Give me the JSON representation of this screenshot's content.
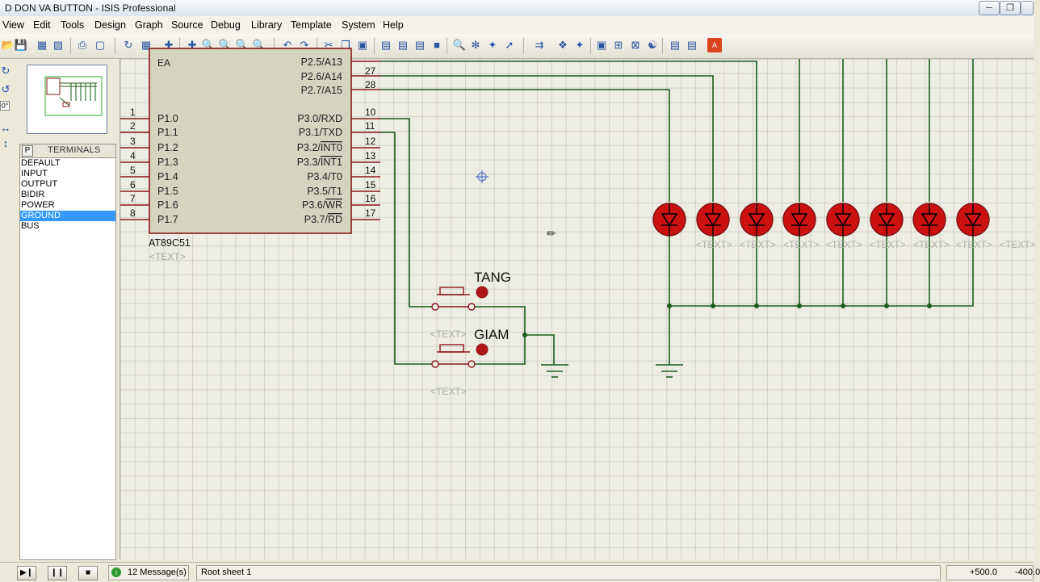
{
  "window": {
    "title": "D DON VA BUTTON - ISIS Professional"
  },
  "menu": [
    "View",
    "Edit",
    "Tools",
    "Design",
    "Graph",
    "Source",
    "Debug",
    "Library",
    "Template",
    "System",
    "Help"
  ],
  "terminals_panel": {
    "mode_button": "P",
    "header": "TERMINALS",
    "items": [
      "DEFAULT",
      "INPUT",
      "OUTPUT",
      "BIDIR",
      "POWER",
      "GROUND",
      "BUS"
    ],
    "selected": "GROUND",
    "left_field_value": "0°"
  },
  "schematic": {
    "chip_name": "AT89C51",
    "chip_text": "<TEXT>",
    "pin_ea": "EA",
    "left_pins": [
      {
        "num": "1",
        "name": "P1.0"
      },
      {
        "num": "2",
        "name": "P1.1"
      },
      {
        "num": "3",
        "name": "P1.2"
      },
      {
        "num": "4",
        "name": "P1.3"
      },
      {
        "num": "5",
        "name": "P1.4"
      },
      {
        "num": "6",
        "name": "P1.5"
      },
      {
        "num": "7",
        "name": "P1.6"
      },
      {
        "num": "8",
        "name": "P1.7"
      }
    ],
    "right_pins_top": [
      {
        "num": "",
        "name": "P2.5/A13"
      },
      {
        "num": "27",
        "name": "P2.6/A14"
      },
      {
        "num": "28",
        "name": "P2.7/A15"
      }
    ],
    "right_pins": [
      {
        "num": "10",
        "name": "P3.0/RXD"
      },
      {
        "num": "11",
        "name": "P3.1/TXD"
      },
      {
        "num": "12",
        "name": "P3.2/",
        "bar": "INT0"
      },
      {
        "num": "13",
        "name": "P3.3/",
        "bar": "INT1"
      },
      {
        "num": "14",
        "name": "P3.4/T0"
      },
      {
        "num": "15",
        "name": "P3.5/T1"
      },
      {
        "num": "16",
        "name": "P3.6/",
        "bar": "WR"
      },
      {
        "num": "17",
        "name": "P3.7/",
        "bar": "RD"
      }
    ],
    "button_up_label": "TANG",
    "button_down_label": "GIAM",
    "button_text": "<TEXT>",
    "led_text": "<TEXT>",
    "led_count": 8,
    "colors": {
      "wire": "#1a5c1a",
      "part": "#8b1a1a",
      "led_fill": "#cc1111",
      "grid": "#eeede3"
    }
  },
  "status": {
    "messages": "12 Message(s)",
    "sheet": "Root sheet 1",
    "coord_x": "+500.0",
    "coord_y": "-400.0"
  }
}
